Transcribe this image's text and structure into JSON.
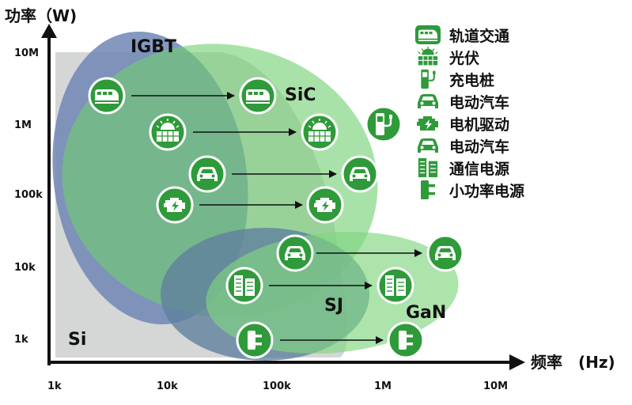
{
  "axes": {
    "y_title": "功率（W)",
    "x_title": "频率　(Hz)",
    "y_ticks": [
      "10M",
      "1M",
      "100k",
      "10k",
      "1k"
    ],
    "x_ticks": [
      "1k",
      "10k",
      "100k",
      "1M",
      "10M"
    ]
  },
  "regions": {
    "si": "Si",
    "igbt": "IGBT",
    "sic": "SiC",
    "sj": "SJ",
    "gan": "GaN"
  },
  "legend": [
    {
      "icon": "train-icon",
      "label": "轨道交通"
    },
    {
      "icon": "solar-panel-icon",
      "label": "光伏"
    },
    {
      "icon": "charging-pile-icon",
      "label": "充电桩"
    },
    {
      "icon": "car-icon",
      "label": "电动汽车"
    },
    {
      "icon": "motor-icon",
      "label": "电机驱动"
    },
    {
      "icon": "car-icon",
      "label": "电动汽车"
    },
    {
      "icon": "telecom-power-icon",
      "label": "通信电源"
    },
    {
      "icon": "plug-icon",
      "label": "小功率电源"
    }
  ],
  "colors": {
    "si": "#d3d4d4",
    "igbt": "#6f86b5",
    "sic": "#6fce6f",
    "sj": "#5e7f9d",
    "gan": "#7fd67f",
    "icon_green": "#2f9a3a"
  }
}
